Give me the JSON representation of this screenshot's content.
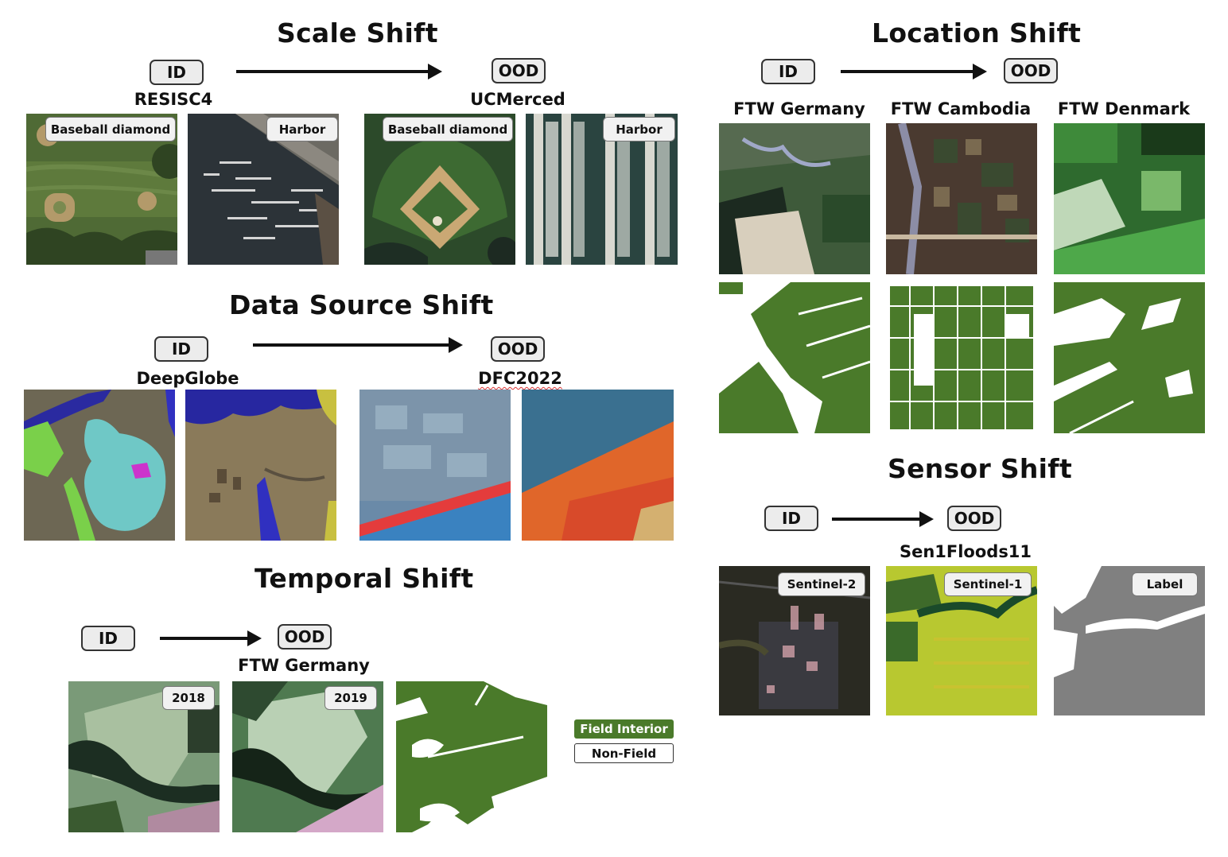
{
  "scale": {
    "title": "Scale Shift",
    "id": "ID",
    "ood": "OOD",
    "id_dataset": "RESISC4",
    "ood_dataset": "UCMerced",
    "tags": [
      "Baseball diamond",
      "Harbor",
      "Baseball diamond",
      "Harbor"
    ]
  },
  "data_source": {
    "title": "Data Source Shift",
    "id": "ID",
    "ood": "OOD",
    "id_dataset": "DeepGlobe",
    "ood_dataset": "DFC2022"
  },
  "temporal": {
    "title": "Temporal Shift",
    "id": "ID",
    "ood": "OOD",
    "dataset": "FTW Germany",
    "years": [
      "2018",
      "2019"
    ],
    "legend": [
      {
        "label": "Field Interior",
        "color": "#4a7a2a"
      },
      {
        "label": "Non-Field",
        "color": "#ffffff"
      }
    ]
  },
  "location": {
    "title": "Location Shift",
    "id": "ID",
    "ood": "OOD",
    "datasets": [
      "FTW Germany",
      "FTW Cambodia",
      "FTW Denmark"
    ]
  },
  "sensor": {
    "title": "Sensor Shift",
    "id": "ID",
    "ood": "OOD",
    "dataset": "Sen1Floods11",
    "tags": [
      "Sentinel-2",
      "Sentinel-1",
      "Label"
    ]
  },
  "colors": {
    "field": "#4a7a2a",
    "background": "#ffffff"
  }
}
